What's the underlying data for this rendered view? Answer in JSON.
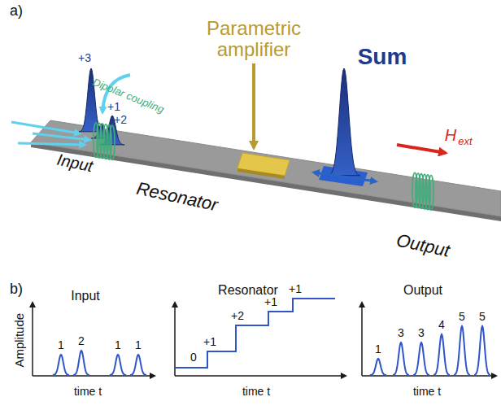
{
  "diagram": {
    "labels": [
      "a)",
      "Parametric amplifier",
      "Sum",
      "Dipolar coupling",
      "+3",
      "+1",
      "+2",
      "Input",
      "Resonator",
      "Output",
      "H",
      "ext",
      "b)",
      "Input",
      "Resonator",
      "Output",
      "Amplitude",
      "time t",
      "time t",
      "time t",
      "1",
      "2",
      "1",
      "1",
      "0",
      "+1",
      "+2",
      "+1",
      "+1",
      "1",
      "3",
      "3",
      "4",
      "5",
      "5"
    ]
  }
}
